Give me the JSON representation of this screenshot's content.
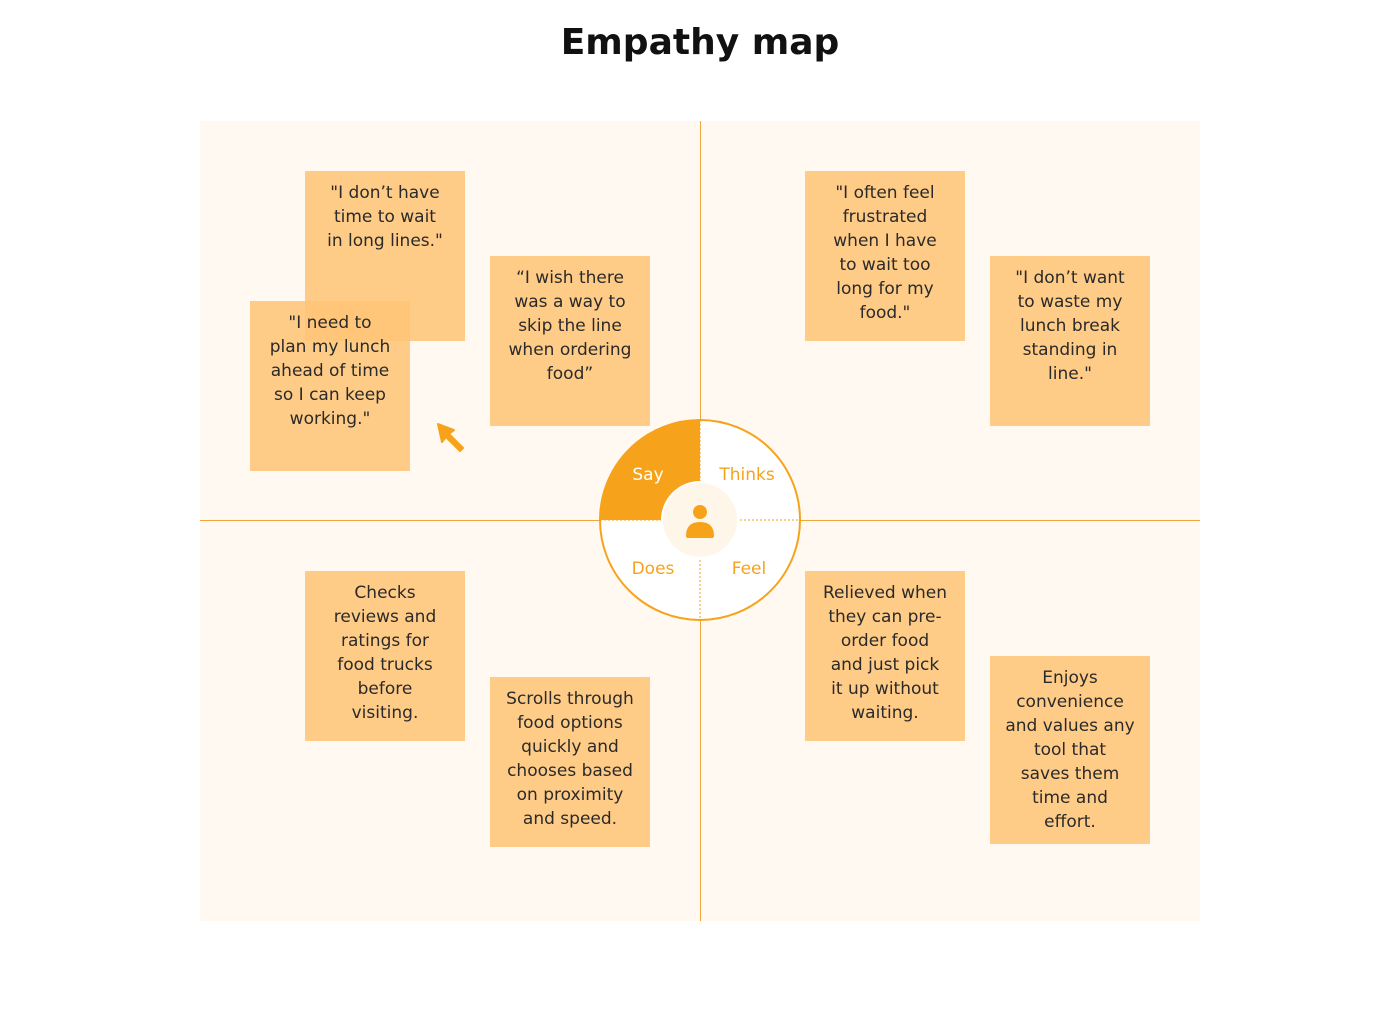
{
  "title": "Empathy map",
  "quadrants": {
    "say": "Say",
    "thinks": "Thinks",
    "does": "Does",
    "feel": "Feel"
  },
  "notes": {
    "say_1": "\"I don’t have\ntime to wait\nin long lines.\"",
    "say_2": "\"I need to\nplan my lunch\nahead of time\nso I can keep\nworking.\"",
    "say_3": "“I wish there\nwas a way to\nskip the line\nwhen ordering\nfood”",
    "thinks_1": "\"I often feel\nfrustrated\nwhen I have\nto wait too\nlong for my\nfood.\"",
    "thinks_2": "\"I don’t want\nto waste my\nlunch break\nstanding in\nline.\"",
    "does_1": "Checks\nreviews and\nratings for\nfood trucks\nbefore\nvisiting.",
    "does_2": "Scrolls through\nfood options\nquickly and\nchooses based\non proximity\nand speed.",
    "feel_1": "Relieved when\nthey can pre-\norder food\nand just pick\nit up without\nwaiting.",
    "feel_2": "Enjoys\nconvenience\nand values any\ntool that\nsaves them\ntime and\neffort."
  },
  "colors": {
    "accent": "#f7a21b",
    "sticky": "#ffc578",
    "board": "#fff9f1",
    "axis": "#f0a63a"
  },
  "icons": {
    "center": "user-icon",
    "pointer": "cursor-arrow-icon"
  }
}
